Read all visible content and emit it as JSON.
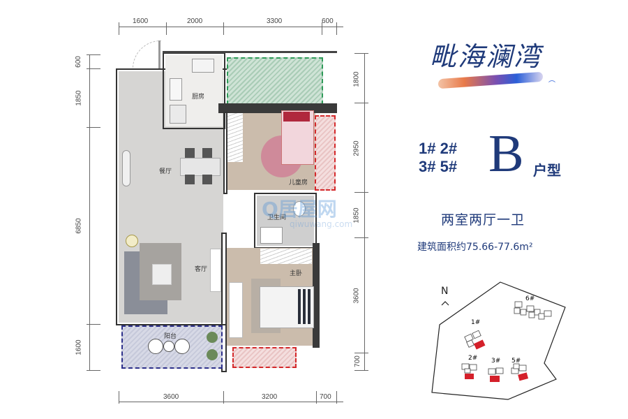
{
  "brand": {
    "logo_text": "毗海澜湾",
    "logo_colors": [
      "#1f3a7a",
      "#e87a4a",
      "#7a4fb0",
      "#2b5fd8"
    ]
  },
  "unit": {
    "buildings_line1": "1# 2#",
    "buildings_line2": "3# 5#",
    "type_letter": "B",
    "type_suffix": "户型",
    "layout": "两室两厅一卫",
    "area": "建筑面积约75.66-77.6m²",
    "accent_color": "#1f3a7a"
  },
  "dimensions": {
    "top": [
      "1600",
      "2000",
      "3300",
      "600"
    ],
    "bottom": [
      "3600",
      "3200",
      "700"
    ],
    "left": [
      "600",
      "1850",
      "6850",
      "1600"
    ],
    "right": [
      "1800",
      "2950",
      "1850",
      "3600",
      "700"
    ]
  },
  "rooms": {
    "kitchen": "厨房",
    "dining": "餐厅",
    "kids_room": "儿童房",
    "bathroom": "卫生间",
    "living": "客厅",
    "master": "主卧",
    "balcony": "阳台"
  },
  "site_plan": {
    "north_label": "N",
    "buildings": [
      "1#",
      "2#",
      "3#",
      "5#",
      "6#"
    ],
    "highlight_color": "#d4202a"
  },
  "watermark": {
    "text": "Q居屋网",
    "url": "qiwuwang.com"
  }
}
